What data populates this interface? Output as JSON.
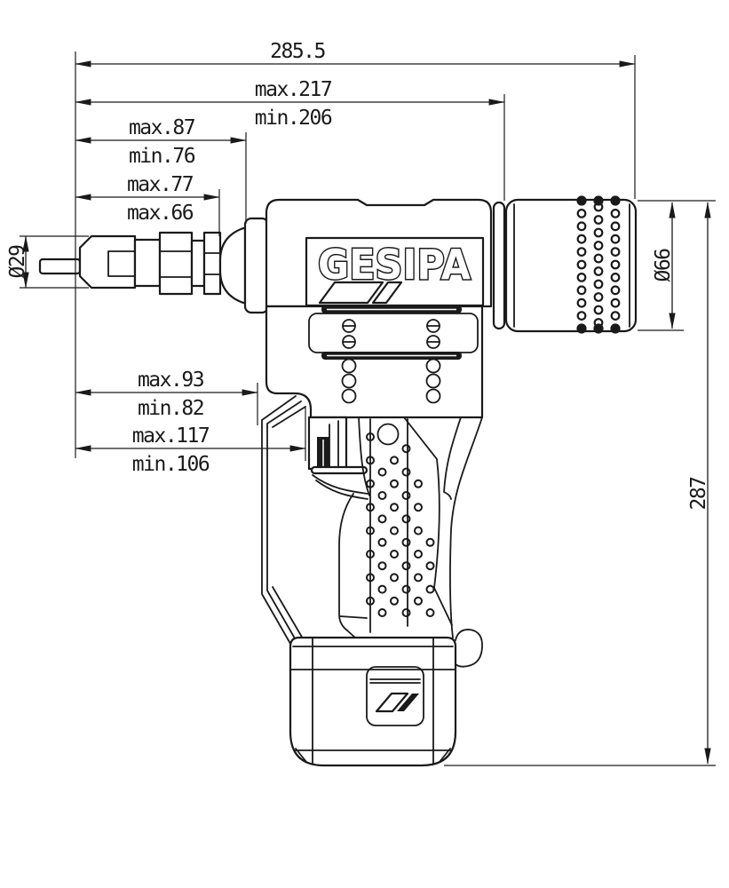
{
  "brand": {
    "logo_text": "GESIPA"
  },
  "dimensions": {
    "overall_length": "285.5",
    "length_to_cap_max": "max.217",
    "length_to_cap_min": "min.206",
    "length_to_body_max": "max.87",
    "length_to_body_min": "min.76",
    "nose_length_max": "max.77",
    "nose_length_line2": "max.66",
    "nose_diameter": "Ø29",
    "body_diameter": "Ø66",
    "overall_height": "287",
    "hook_distance_max": "max.93",
    "hook_distance_min": "min.82",
    "trigger_distance_max": "max.117",
    "trigger_distance_min": "min.106"
  },
  "colors": {
    "line": "#1a1a1a",
    "background": "#ffffff"
  }
}
